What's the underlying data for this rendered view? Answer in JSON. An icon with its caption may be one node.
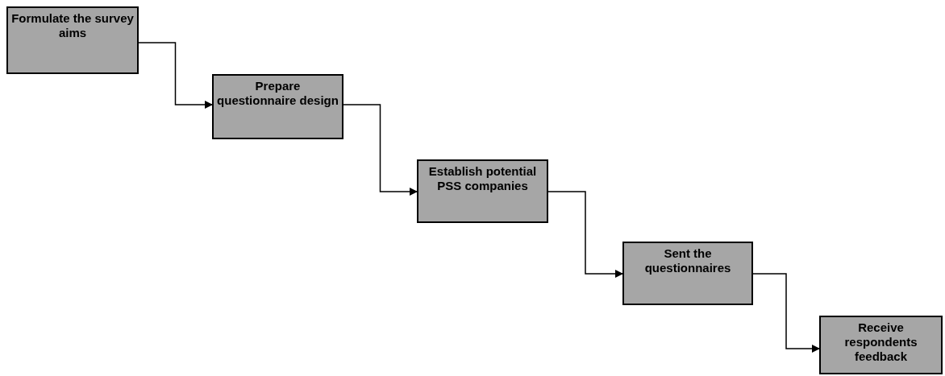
{
  "diagram": {
    "nodes": [
      {
        "text": [
          "Formulate the survey aims"
        ]
      },
      {
        "text": [
          "Prepare questionnaire design"
        ]
      },
      {
        "text": [
          "Establish potential PSS companies"
        ]
      },
      {
        "text": [
          "Sent the questionnaires"
        ]
      },
      {
        "text": [
          "Receive respondents feedback"
        ]
      }
    ],
    "edges": [
      {
        "from": 0,
        "to": 1,
        "arrow": "to"
      },
      {
        "from": 1,
        "to": 2,
        "arrow": "to"
      },
      {
        "from": 2,
        "to": 3,
        "arrow": "to"
      },
      {
        "from": 3,
        "to": 4,
        "arrow": "to"
      }
    ]
  }
}
